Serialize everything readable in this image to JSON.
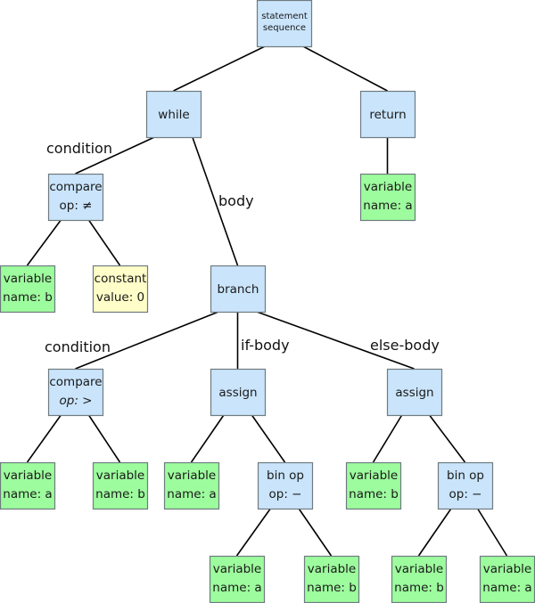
{
  "colors": {
    "inner": "#c9e4fb",
    "variable": "#9dfc9d",
    "constant": "#fffdc8"
  },
  "nodes": [
    {
      "id": "seq",
      "kind": "inner",
      "lines": [
        "statement",
        "sequence"
      ],
      "small": true
    },
    {
      "id": "while",
      "kind": "inner",
      "lines": [
        "while"
      ]
    },
    {
      "id": "return",
      "kind": "inner",
      "lines": [
        "return"
      ]
    },
    {
      "id": "cmp1",
      "kind": "inner",
      "lines": [
        "compare",
        "op: ≠"
      ]
    },
    {
      "id": "retvar",
      "kind": "variable",
      "lines": [
        "variable",
        "name: a"
      ]
    },
    {
      "id": "v1",
      "kind": "variable",
      "lines": [
        "variable",
        "name: b"
      ]
    },
    {
      "id": "const",
      "kind": "constant",
      "lines": [
        "constant",
        "value: 0"
      ]
    },
    {
      "id": "branch",
      "kind": "inner",
      "lines": [
        "branch"
      ]
    },
    {
      "id": "cmp2",
      "kind": "inner",
      "lines": [
        "compare",
        "op: >"
      ],
      "italic_second": true
    },
    {
      "id": "assign1",
      "kind": "inner",
      "lines": [
        "assign"
      ]
    },
    {
      "id": "assign2",
      "kind": "inner",
      "lines": [
        "assign"
      ]
    },
    {
      "id": "v2",
      "kind": "variable",
      "lines": [
        "variable",
        "name: a"
      ]
    },
    {
      "id": "v3",
      "kind": "variable",
      "lines": [
        "variable",
        "name: b"
      ]
    },
    {
      "id": "v4",
      "kind": "variable",
      "lines": [
        "variable",
        "name: a"
      ]
    },
    {
      "id": "binop1",
      "kind": "inner",
      "lines": [
        "bin op",
        "op: −"
      ]
    },
    {
      "id": "v5",
      "kind": "variable",
      "lines": [
        "variable",
        "name: b"
      ]
    },
    {
      "id": "binop2",
      "kind": "inner",
      "lines": [
        "bin op",
        "op: −"
      ]
    },
    {
      "id": "v6",
      "kind": "variable",
      "lines": [
        "variable",
        "name: a"
      ]
    },
    {
      "id": "v7",
      "kind": "variable",
      "lines": [
        "variable",
        "name: b"
      ]
    },
    {
      "id": "v8",
      "kind": "variable",
      "lines": [
        "variable",
        "name: b"
      ]
    },
    {
      "id": "v9",
      "kind": "variable",
      "lines": [
        "variable",
        "name: a"
      ]
    }
  ],
  "edges": [
    {
      "from": "seq",
      "to": "while"
    },
    {
      "from": "seq",
      "to": "return"
    },
    {
      "from": "while",
      "to": "cmp1",
      "label": "condition"
    },
    {
      "from": "while",
      "to": "branch",
      "label": "body"
    },
    {
      "from": "return",
      "to": "retvar"
    },
    {
      "from": "cmp1",
      "to": "v1"
    },
    {
      "from": "cmp1",
      "to": "const"
    },
    {
      "from": "branch",
      "to": "cmp2",
      "label": "condition"
    },
    {
      "from": "branch",
      "to": "assign1",
      "label": "if-body"
    },
    {
      "from": "branch",
      "to": "assign2",
      "label": "else-body"
    },
    {
      "from": "cmp2",
      "to": "v2"
    },
    {
      "from": "cmp2",
      "to": "v3"
    },
    {
      "from": "assign1",
      "to": "v4"
    },
    {
      "from": "assign1",
      "to": "binop1"
    },
    {
      "from": "assign2",
      "to": "v5"
    },
    {
      "from": "assign2",
      "to": "binop2"
    },
    {
      "from": "binop1",
      "to": "v6"
    },
    {
      "from": "binop1",
      "to": "v7"
    },
    {
      "from": "binop2",
      "to": "v8"
    },
    {
      "from": "binop2",
      "to": "v9"
    }
  ]
}
